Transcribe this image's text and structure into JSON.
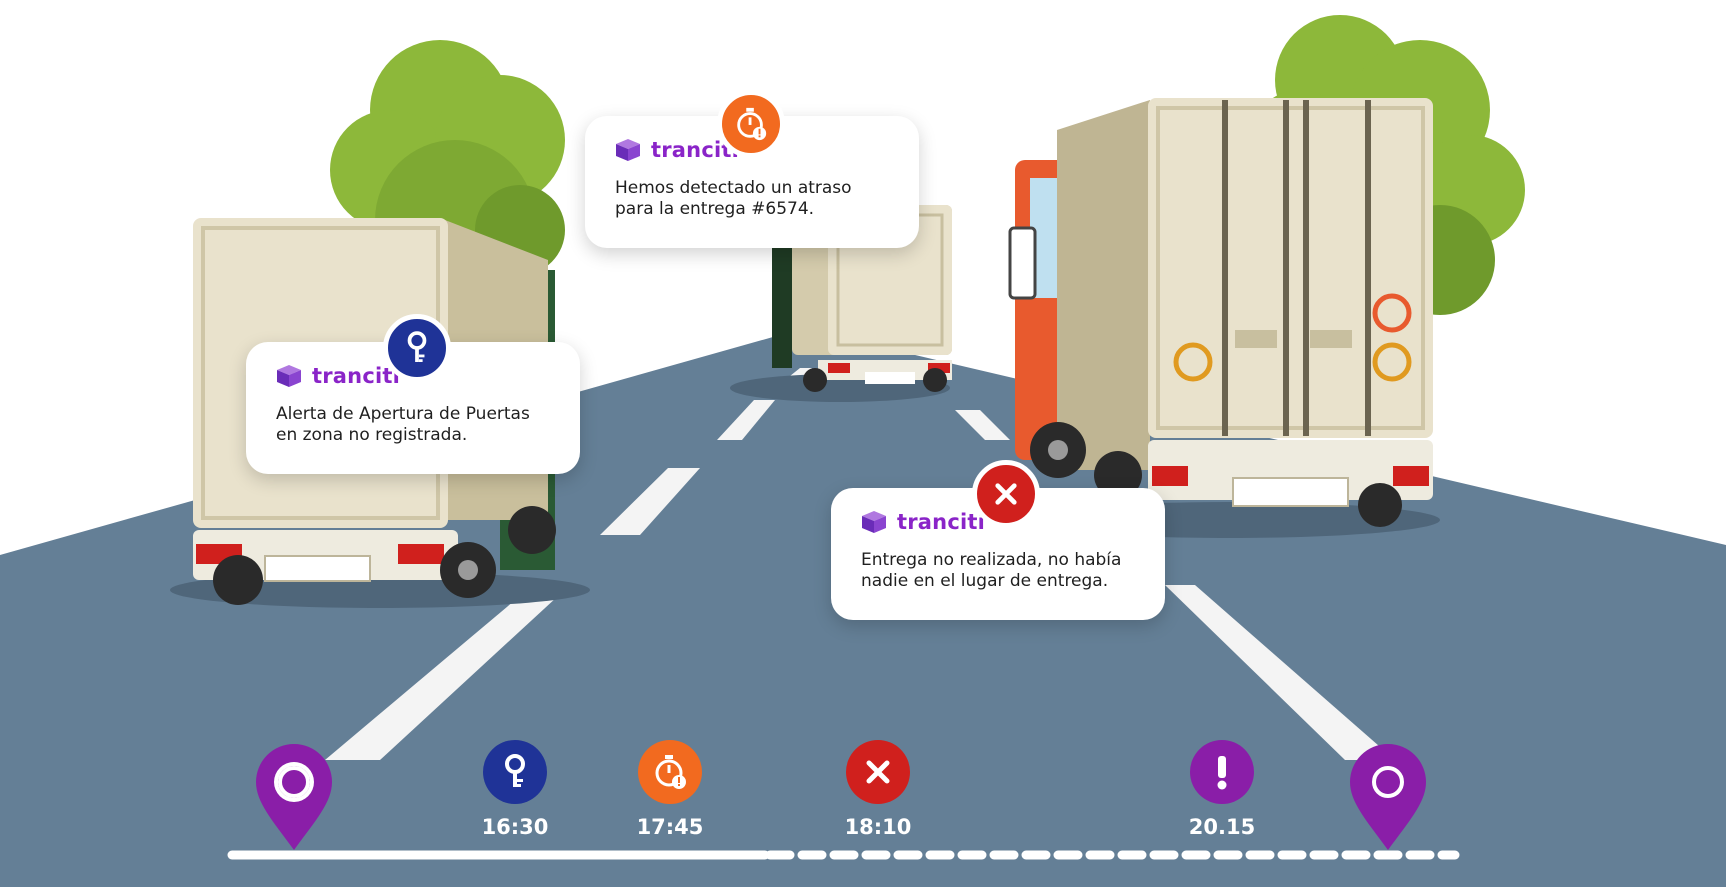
{
  "brand": {
    "name": "tranciti"
  },
  "colors": {
    "road": "#647f96",
    "tree": "#8db83a",
    "purple": "#8a1ea8",
    "navy": "#1f3397",
    "orange": "#f26a1f",
    "red": "#d0201d",
    "truck_body": "#e9e2cc",
    "cab_red": "#e85a2e"
  },
  "alerts": [
    {
      "icon": "key-icon",
      "text": "Alerta de Apertura de Puertas\nen zona no registrada."
    },
    {
      "icon": "stopwatch-alert-icon",
      "text": "Hemos detectado un atraso\npara la entrega #6574."
    },
    {
      "icon": "close-x-icon",
      "text": "Entrega no realizada, no había\nnadie en el lugar de entrega."
    }
  ],
  "timeline": [
    {
      "icon": "key-icon",
      "time": "16:30"
    },
    {
      "icon": "stopwatch-alert-icon",
      "time": "17:45"
    },
    {
      "icon": "close-x-icon",
      "time": "18:10"
    },
    {
      "icon": "exclamation-icon",
      "time": "20.15"
    }
  ],
  "route": {
    "start_icon": "map-pin-start-icon",
    "end_icon": "map-pin-end-icon"
  }
}
